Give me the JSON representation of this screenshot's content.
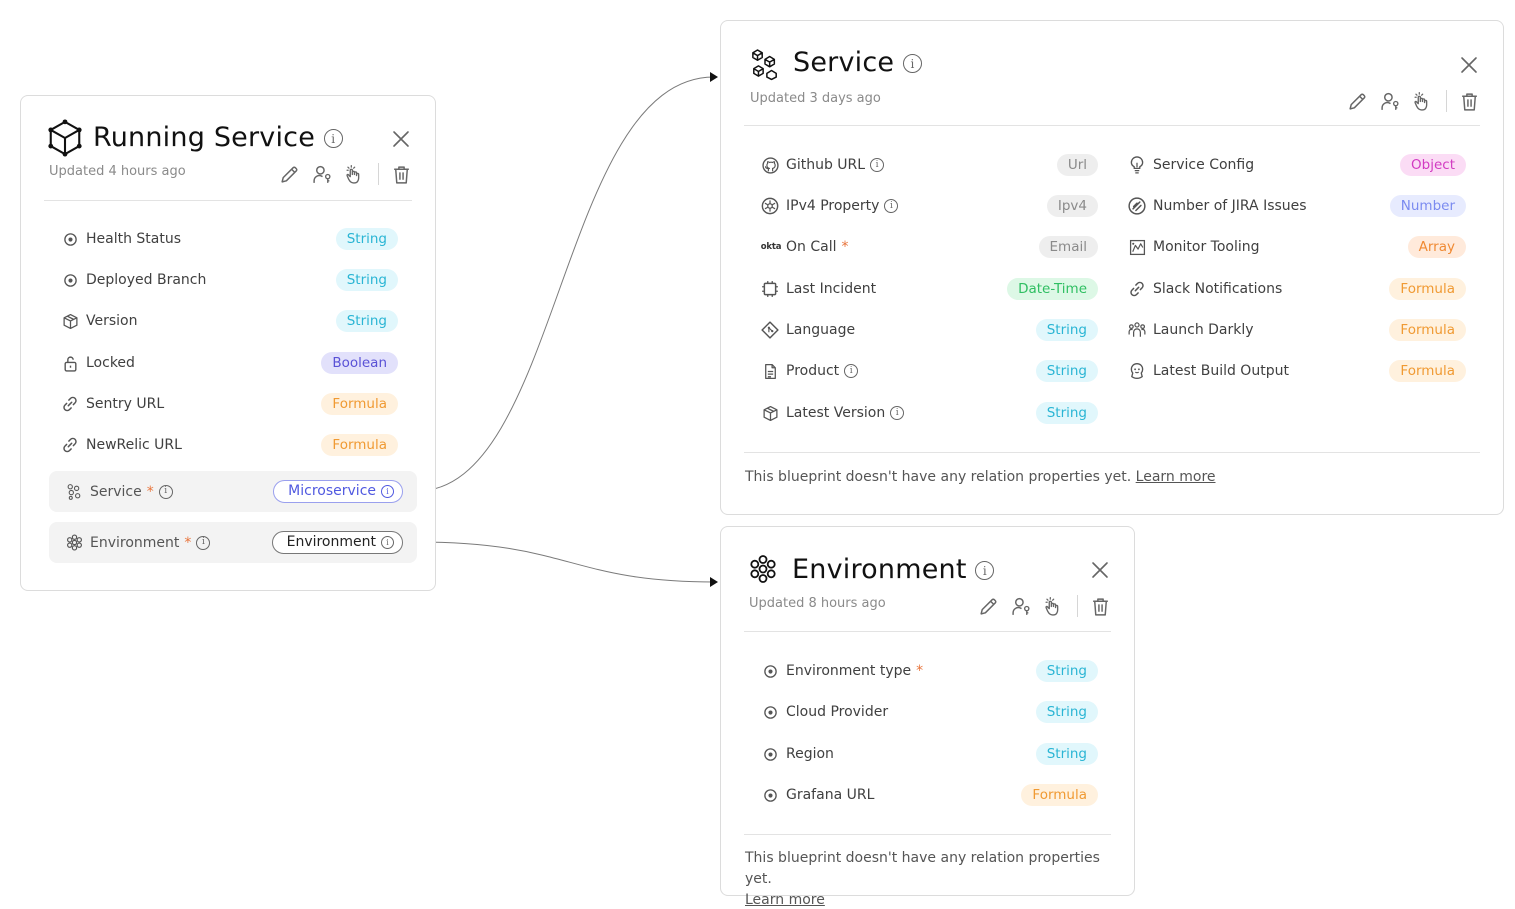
{
  "running_service": {
    "title": "Running Service",
    "updated": "Updated 4 hours ago",
    "properties": [
      {
        "label": "Health Status",
        "type": "String",
        "icon": "target-icon"
      },
      {
        "label": "Deployed Branch",
        "type": "String",
        "icon": "target-icon"
      },
      {
        "label": "Version",
        "type": "String",
        "icon": "package-icon"
      },
      {
        "label": "Locked",
        "type": "Boolean",
        "icon": "lock-icon"
      },
      {
        "label": "Sentry URL",
        "type": "Formula",
        "icon": "link-icon"
      },
      {
        "label": "NewRelic URL",
        "type": "Formula",
        "icon": "link-icon"
      }
    ],
    "relations": [
      {
        "label": "Service",
        "required": "*",
        "target": "Microservice",
        "icon": "microservice-icon"
      },
      {
        "label": "Environment",
        "required": "*",
        "target": "Environment",
        "icon": "environment-icon"
      }
    ]
  },
  "service": {
    "title": "Service",
    "updated": "Updated 3 days ago",
    "left_properties": [
      {
        "label": "Github URL",
        "type": "Url",
        "icon": "github-icon"
      },
      {
        "label": "IPv4 Property",
        "type": "Ipv4",
        "icon": "helm-icon"
      },
      {
        "label": "On Call",
        "required": "*",
        "type": "Email",
        "icon": "okta-icon",
        "icon_text": "okta"
      },
      {
        "label": "Last Incident",
        "type": "Date-Time",
        "icon": "chip-icon"
      },
      {
        "label": "Language",
        "type": "String",
        "icon": "git-icon"
      },
      {
        "label": "Product",
        "type": "String",
        "icon": "document-icon"
      },
      {
        "label": "Latest Version",
        "type": "String",
        "icon": "package-icon"
      }
    ],
    "right_properties": [
      {
        "label": "Service Config",
        "type": "Object",
        "icon": "bulb-icon"
      },
      {
        "label": "Number of JIRA Issues",
        "type": "Number",
        "icon": "jira-icon"
      },
      {
        "label": "Monitor Tooling",
        "type": "Array",
        "icon": "monitor-icon"
      },
      {
        "label": "Slack Notifications",
        "type": "Formula",
        "icon": "link-icon"
      },
      {
        "label": "Launch Darkly",
        "type": "Formula",
        "icon": "people-icon"
      },
      {
        "label": "Latest Build Output",
        "type": "Formula",
        "icon": "jenkins-icon"
      }
    ],
    "footer_text": "This blueprint doesn't have any relation properties yet.",
    "footer_link": "Learn more"
  },
  "environment": {
    "title": "Environment",
    "updated": "Updated 8 hours ago",
    "properties": [
      {
        "label": "Environment type",
        "required": "*",
        "type": "String",
        "icon": "target-icon"
      },
      {
        "label": "Cloud Provider",
        "type": "String",
        "icon": "target-icon"
      },
      {
        "label": "Region",
        "type": "String",
        "icon": "target-icon"
      },
      {
        "label": "Grafana URL",
        "type": "Formula",
        "icon": "target-icon"
      }
    ],
    "footer_text": "This blueprint doesn't have any relation properties yet.",
    "footer_link": "Learn more"
  },
  "colors": {
    "string": "#2ab5d4",
    "boolean": "#5a52d6",
    "formula": "#f09a33",
    "datetime": "#2fbf62",
    "object": "#d23cc2",
    "number": "#7b8bf0",
    "array": "#f08a33",
    "required": "#e8743b",
    "relation_link": "#5059e0"
  }
}
